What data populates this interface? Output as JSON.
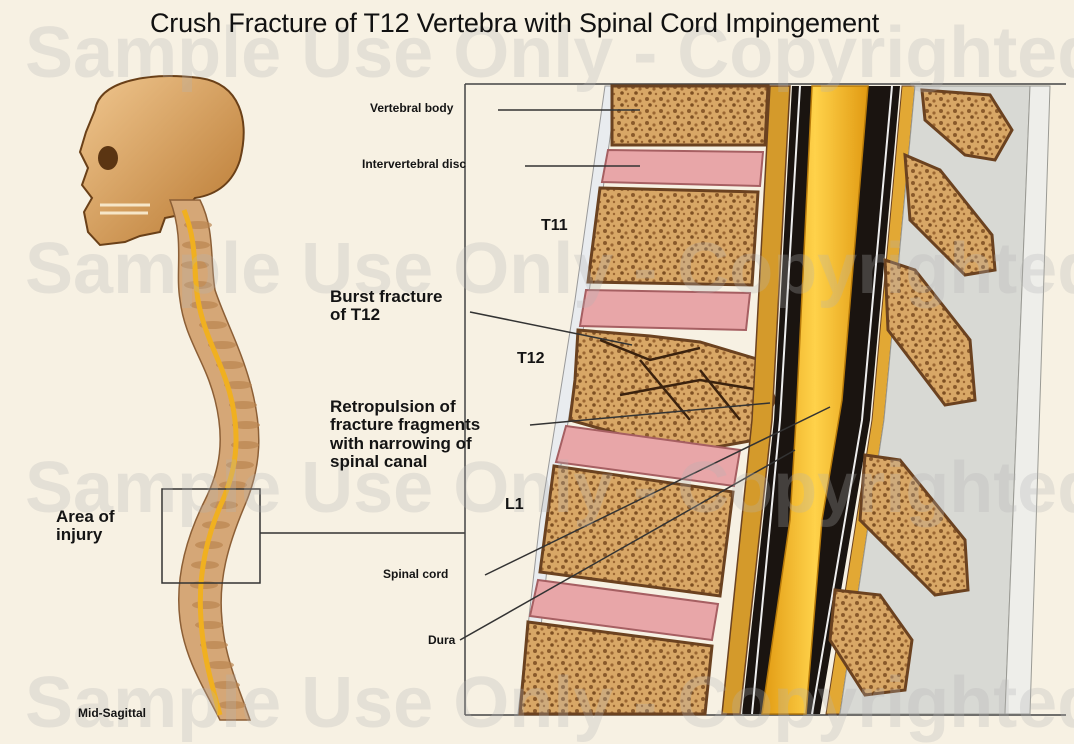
{
  "title": "Crush Fracture of T12 Vertebra with Spinal Cord Impingement",
  "watermark": {
    "text": "Sample Use Only - Copyrighted"
  },
  "left_panel": {
    "injury_label_line1": "Area of",
    "injury_label_line2": "injury",
    "view_label": "Mid-Sagittal"
  },
  "right_panel": {
    "labels": {
      "vertebral_body": "Vertebral body",
      "intervertebral_disc": "Intervertebral disc",
      "t11": "T11",
      "burst_fracture_line1": "Burst fracture",
      "burst_fracture_line2": "of T12",
      "t12": "T12",
      "retropulsion_line1": "Retropulsion of",
      "retropulsion_line2": "fracture fragments",
      "retropulsion_line3": "with narrowing of",
      "retropulsion_line4": "spinal canal",
      "l1": "L1",
      "spinal_cord": "Spinal cord",
      "dura": "Dura"
    }
  },
  "colors": {
    "background": "#f7f1e3",
    "bone": "#c9944f",
    "bone_dark": "#8a5a2b",
    "disc": "#e8a6a8",
    "cord": "#f2b21c",
    "canal_dark": "#1a1410",
    "ligament_gray": "#c8c8c2"
  }
}
